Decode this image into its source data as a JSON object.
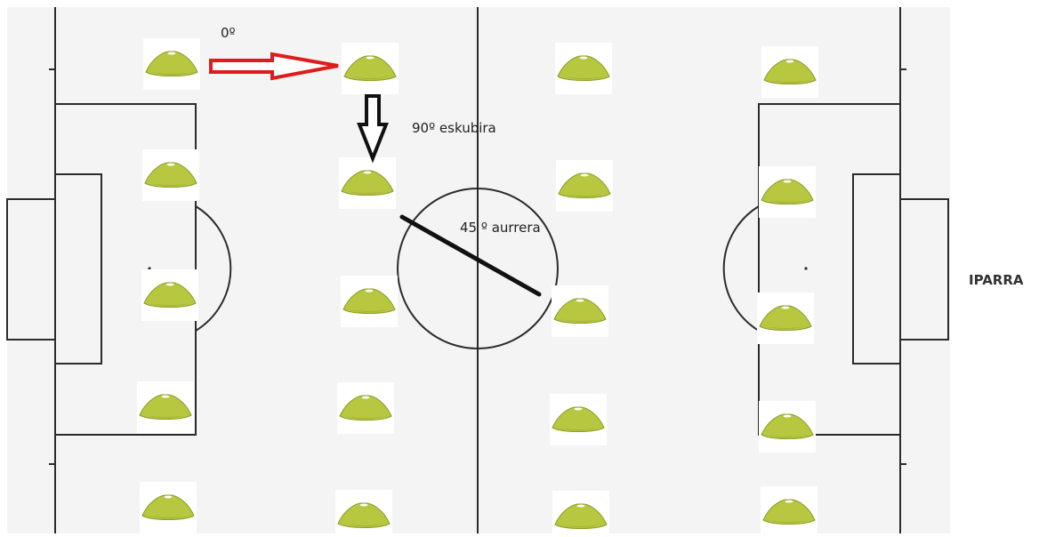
{
  "annotations": {
    "zero_label": "0º",
    "ninety_label": "90º eskubira",
    "fortyfive_label": "45 º aurrera"
  },
  "compass_label": "IPARRA",
  "colors": {
    "pitch": "#f4f4f4",
    "lines": "#2b2b2b",
    "cone_body": "#b7c740",
    "cone_dark": "#8e9c26",
    "cone_tip": "#ffffff",
    "arrow_red": "#e01b1b",
    "arrow_black": "#111111",
    "diagonal_line": "#111111"
  },
  "cone_icon": "training-cone-icon",
  "cone_grid": {
    "columns": 4,
    "rows": 5,
    "count": 20
  }
}
